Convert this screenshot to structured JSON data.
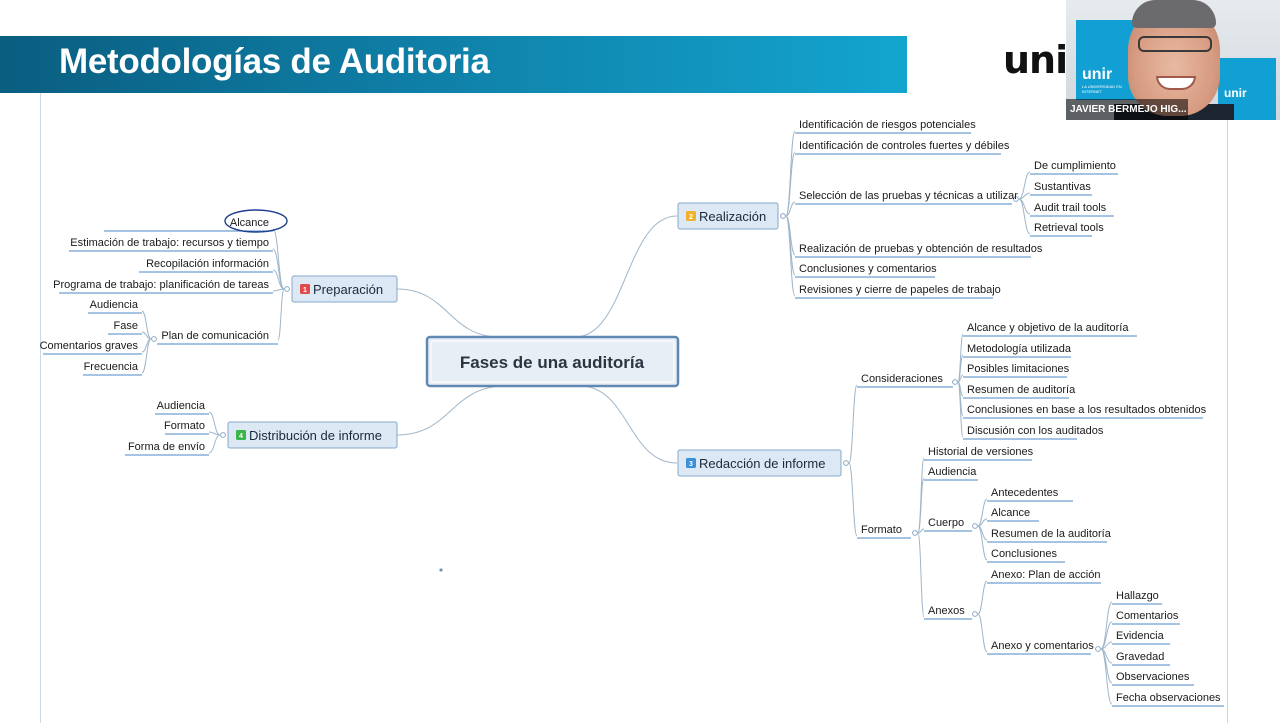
{
  "slide": {
    "title": "Metodologías de Auditoria",
    "brand": "uni",
    "accent": "#0f7ea6"
  },
  "webcam": {
    "presenter_name": "JAVIER BERMEJO HIG...",
    "logo_text": "unir",
    "logo_subtext": "LA UNIVERSIDAD EN INTERNET"
  },
  "mindmap": {
    "center": "Fases de una auditoría",
    "branches": {
      "preparacion": {
        "number": "1",
        "color": "#e04a4a",
        "label": "Preparación",
        "items": [
          "Alcance",
          "Estimación de trabajo: recursos y tiempo",
          "Recopilación información",
          "Programa de trabajo: planificación de tareas"
        ],
        "comunicacion": {
          "label": "Plan de comunicación",
          "items": [
            "Audiencia",
            "Fase",
            "Comentarios graves",
            "Frecuencia"
          ]
        }
      },
      "realizacion": {
        "number": "2",
        "color": "#f0b030",
        "label": "Realización",
        "items": [
          "Identificación de riesgos potenciales",
          "Identificación de controles fuertes y débiles"
        ],
        "seleccion": {
          "label": "Selección de las pruebas y técnicas a utilizar",
          "items": [
            "De cumplimiento",
            "Sustantivas",
            "Audit trail tools",
            "Retrieval tools"
          ]
        },
        "items_after": [
          "Realización de pruebas y obtención de resultados",
          "Conclusiones y comentarios",
          "Revisiones y cierre de papeles de trabajo"
        ]
      },
      "redaccion": {
        "number": "3",
        "color": "#3b8fd6",
        "label": "Redacción de informe",
        "consideraciones": {
          "label": "Consideraciones",
          "items": [
            "Alcance y objetivo de la auditoría",
            "Metodología utilizada",
            "Posibles limitaciones",
            "Resumen de auditoría",
            "Conclusiones en base a los resultados obtenidos",
            "Discusión con los auditados"
          ]
        },
        "formato": {
          "label": "Formato",
          "items": [
            "Historial de versiones",
            "Audiencia"
          ],
          "cuerpo": {
            "label": "Cuerpo",
            "items": [
              "Antecedentes",
              "Alcance",
              "Resumen de la auditoría",
              "Conclusiones"
            ]
          },
          "anexos": {
            "label": "Anexos",
            "items": [
              "Anexo: Plan de acción"
            ],
            "comentarios": {
              "label": "Anexo y comentarios",
              "items": [
                "Hallazgo",
                "Comentarios",
                "Evidencia",
                "Gravedad",
                "Observaciones",
                "Fecha observaciones"
              ]
            }
          }
        }
      },
      "distribucion": {
        "number": "4",
        "color": "#3cb44a",
        "label": "Distribución de informe",
        "items": [
          "Audiencia",
          "Formato",
          "Forma de envío"
        ]
      }
    }
  }
}
